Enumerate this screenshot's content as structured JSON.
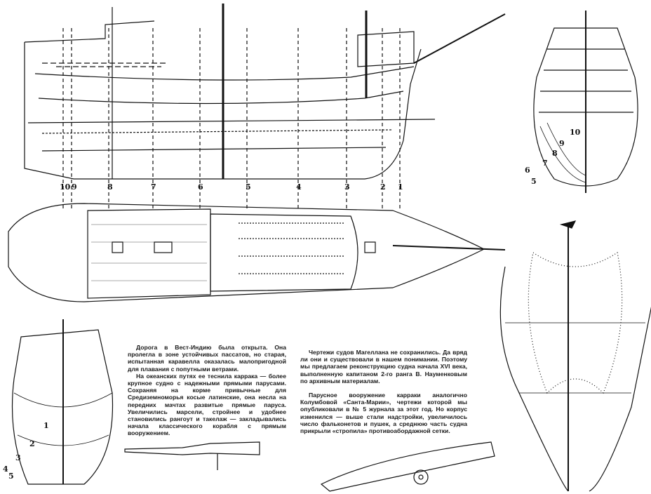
{
  "text": {
    "left_column": [
      "Дорога в Вест-Индию была открыта. Она пролегла в зоне устойчивых пассатов, но старая, испытанная каравелла оказалась малопригодной для плавания с попутными ветрами.",
      "На океанских путях ее теснила каррака — более крупное судно с надежными прямыми парусами. Сохраняя на корме привычные для Средиземноморья косые латинские, она несла на передних мачтах развитые прямые паруса. Увеличились марсели, стройнее и удобнее становились рангоут и такелаж — закладывались начала классического корабля с прямым вооружением."
    ],
    "right_column": [
      "Чертежи судов Магеллана не сохранились. Да вряд ли они и существовали в нашем понимании. Поэтому мы предлагаем реконструкцию судна начала XVI века, выполненную капитаном 2-го ранга В. Науменковым по архивным материалам.",
      "Парусное вооружение карраки аналогично Колумбовой «Санта-Марии», чертежи которой мы опубликовали в № 5 журнала за этот год. Но корпус изменился — выше стали надстройки, увеличилось число фальконетов и пушек, а среднюю часть судна прикрыли «стропила» противоабордажной сетки."
    ]
  },
  "section_numbers": [
    "10",
    "9",
    "8",
    "7",
    "6",
    "5",
    "4",
    "3",
    "2",
    "1"
  ],
  "stern_view_numbers": [
    "10",
    "9",
    "8",
    "7",
    "6",
    "5"
  ],
  "bow_view_numbers": [
    "1",
    "2",
    "3",
    "4",
    "5"
  ]
}
